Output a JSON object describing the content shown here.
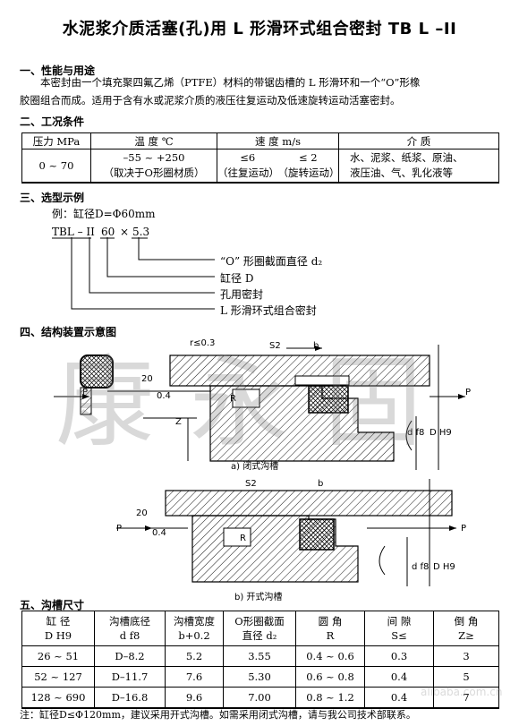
{
  "title": "水泥浆介质活塞(孔)用 L 形滑环式组合密封 TB L –II",
  "sections": {
    "s1": "一、性能与用途",
    "s2": "二、工况条件",
    "s3": "三、选型示例",
    "s4": "四、结构装置示意图",
    "s5": "五、沟槽尺寸"
  },
  "intro_line1": "本密封由一个填充聚四氟乙烯（PTFE）材料的带锯齿槽的 L 形滑环和一个“O”形橡",
  "intro_line2": "胶圈组合而成。适用于含有水或泥浆介质的液压往复运动及低速旋转运动活塞密封。",
  "conditions": {
    "headers": [
      "压力 MPa",
      "温 度 ℃",
      "速 度 m/s",
      "介 质"
    ],
    "pressure": "0 ~ 70",
    "temp_1": "–55 ~ +250",
    "temp_2": "（取决于O形圈材质）",
    "speed_a1": "≤6",
    "speed_a2": "（往复运动）",
    "speed_b1": "≤ 2",
    "speed_b2": "（旋转运动）",
    "medium_1": "水、泥浆、纸浆、原油、",
    "medium_2": "液压油、气、乳化液等"
  },
  "example": {
    "line": "例：缸径D=Φ60mm",
    "code": "TBL – II",
    "d": "60",
    "x": "×",
    "d2": "5.3",
    "l1": "“O” 形圈截面直径 d₂",
    "l2": "缸径 D",
    "l3": "孔用密封",
    "l4": "L 形滑环式组合密封"
  },
  "diagram": {
    "cap_a": "a) 闭式沟槽",
    "cap_b": "b) 开式沟槽",
    "p": "P",
    "r": "R",
    "z": "Z",
    "b": "b",
    "s2": "S2",
    "angle": "20",
    "rr": "r≤0.3",
    "f04": "0.4",
    "df8": "d f8",
    "dh9": "D H9"
  },
  "groove": {
    "headers": [
      [
        "缸 径",
        "D H9"
      ],
      [
        "沟槽底径",
        "d f8"
      ],
      [
        "沟槽宽度",
        "b+0.2"
      ],
      [
        "O形圈截面",
        "直径 d₂"
      ],
      [
        "圆 角",
        "R"
      ],
      [
        "间 隙",
        "S≤"
      ],
      [
        "倒 角",
        "Z≥"
      ]
    ],
    "rows": [
      [
        "26 ~ 51",
        "D–8.2",
        "5.2",
        "3.55",
        "0.4 ~ 0.6",
        "0.3",
        "3"
      ],
      [
        "52 ~ 127",
        "D–11.7",
        "7.6",
        "5.30",
        "0.6 ~ 0.8",
        "0.4",
        "5"
      ],
      [
        "128 ~ 690",
        "D–16.8",
        "9.6",
        "7.00",
        "0.8 ~ 1.2",
        "0.4",
        "7"
      ]
    ]
  },
  "note": "注：缸径D≤Φ120mm，建议采用开式沟槽。如需采用闭式沟槽，请与我公司技术部联系。",
  "watermark": "康永固",
  "watermark2": "alibaba.com.cn"
}
